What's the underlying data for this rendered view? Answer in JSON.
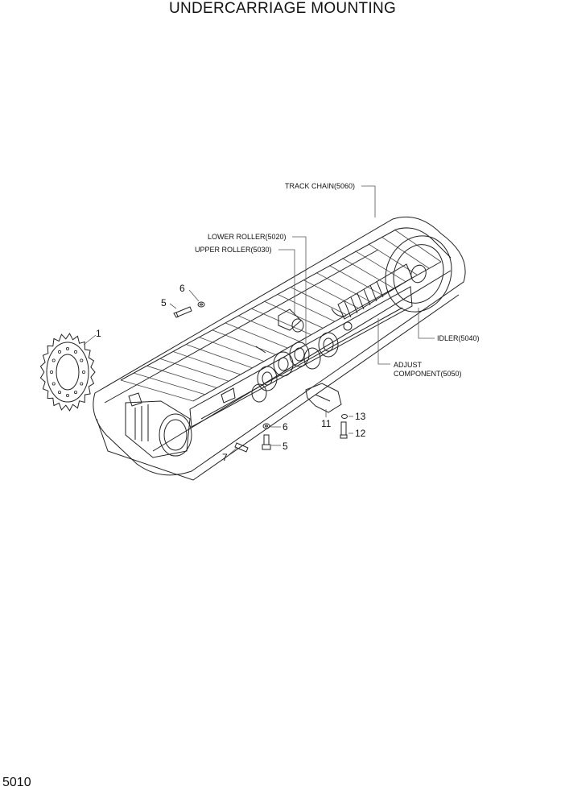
{
  "title": "UNDERCARRIAGE MOUNTING",
  "page_number": "5010",
  "callouts": {
    "track_chain": "TRACK CHAIN(5060)",
    "lower_roller": "LOWER ROLLER(5020)",
    "upper_roller": "UPPER ROLLER(5030)",
    "idler": "IDLER(5040)",
    "adjust_line1": "ADJUST",
    "adjust_line2": "COMPONENT(5050)"
  },
  "part_numbers": {
    "sprocket": "1",
    "bolt_top": "5",
    "washer_top": "6",
    "washer_bottom": "6",
    "bolt_bottom": "5",
    "bolt_7": "7",
    "guard_11": "11",
    "bolt_12": "12",
    "washer_13": "13"
  }
}
